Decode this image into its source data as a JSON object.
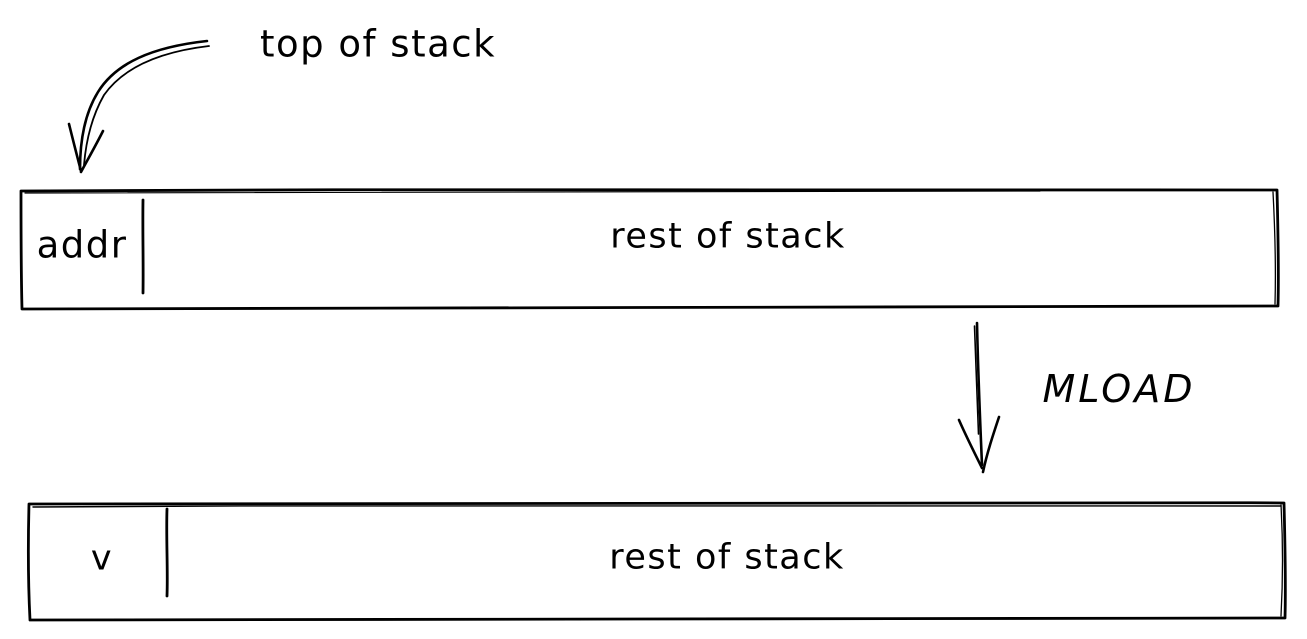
{
  "canvas": {
    "background": "#ffffff",
    "ink": "#000000"
  },
  "labels": {
    "top_of_stack": "top of stack",
    "operation": "MLOAD"
  },
  "stack_before": {
    "top_item": "addr",
    "rest": "rest of stack"
  },
  "stack_after": {
    "top_item": "v",
    "rest": "rest of stack"
  }
}
